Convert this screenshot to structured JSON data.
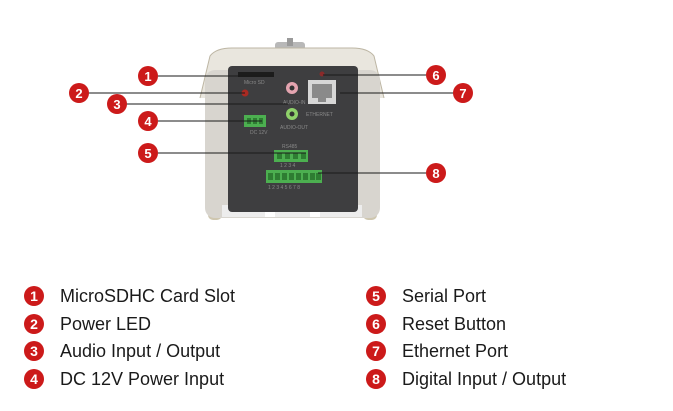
{
  "colors": {
    "accent": "#cc1a1a",
    "panel": "#3e3e40",
    "housing": "#c9c0a8",
    "terminal": "#4caf50"
  },
  "panel_labels": {
    "micro_sd": "Micro SD",
    "audio_in": "AUDIO-IN",
    "audio_out": "AUDIO-OUT",
    "ethernet": "ETHERNET",
    "serial_pins": "1 2 3 4",
    "dio_pins": "1 2 3 4 5 6 7 8",
    "dc": "DC 12V",
    "rs485": "RS485"
  },
  "callouts": [
    {
      "num": "1"
    },
    {
      "num": "2"
    },
    {
      "num": "3"
    },
    {
      "num": "4"
    },
    {
      "num": "5"
    },
    {
      "num": "6"
    },
    {
      "num": "7"
    },
    {
      "num": "8"
    }
  ],
  "legend": [
    {
      "num": "1",
      "label": "MicroSDHC Card Slot"
    },
    {
      "num": "2",
      "label": "Power LED"
    },
    {
      "num": "3",
      "label": "Audio Input / Output"
    },
    {
      "num": "4",
      "label": "DC 12V Power Input"
    },
    {
      "num": "5",
      "label": "Serial Port"
    },
    {
      "num": "6",
      "label": "Reset Button"
    },
    {
      "num": "7",
      "label": "Ethernet Port"
    },
    {
      "num": "8",
      "label": "Digital Input / Output"
    }
  ]
}
